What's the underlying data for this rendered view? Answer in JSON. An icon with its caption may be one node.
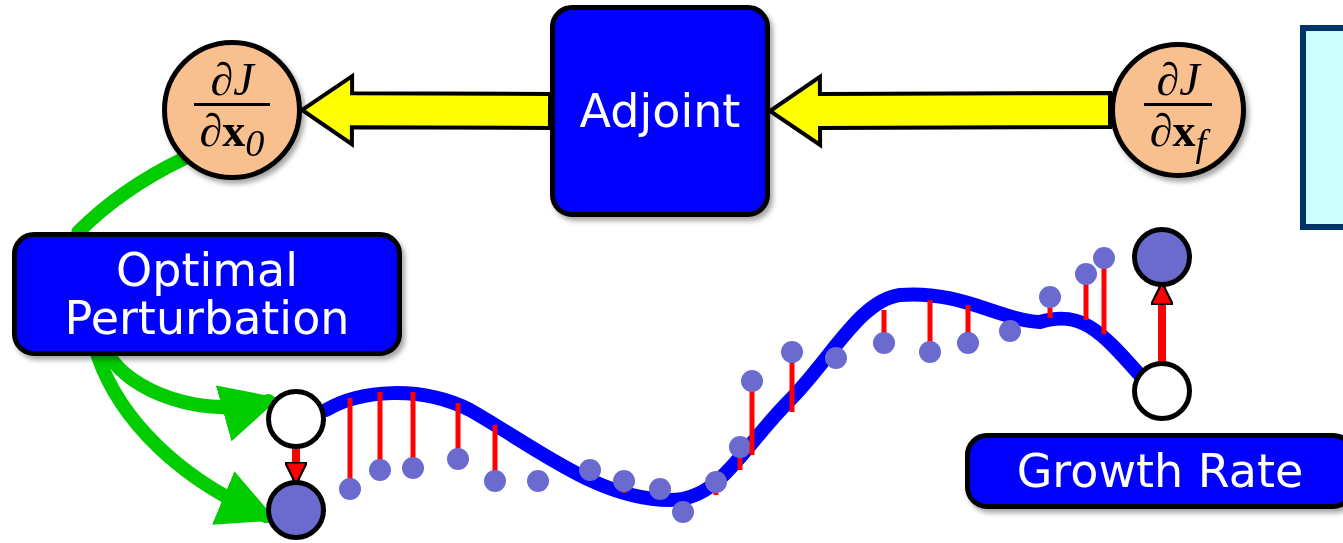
{
  "diagram": {
    "nodes": [
      {
        "text": [
          "∂J",
          "∂**x**$_{0}$"
        ]
      },
      {
        "text": [
          "Adjoint"
        ]
      },
      {
        "text": [
          "∂J",
          "∂**x**$_{f}$"
        ]
      },
      {
        "text": [],
        "shape": "box"
      },
      {
        "text": [
          "Optimal Perturbation"
        ]
      },
      {
        "text": [],
        "shape": "circle"
      },
      {
        "text": [],
        "shape": "circle"
      },
      {
        "text": [],
        "shape": "circle"
      },
      {
        "text": [],
        "shape": "circle"
      },
      {
        "text": [
          "Growth Rate"
        ]
      }
    ],
    "edges": [
      {
        "from": 1,
        "to": 0,
        "arrow": "to",
        "style": "thick",
        "color": "#ffff00"
      },
      {
        "from": 2,
        "to": 1,
        "arrow": "to",
        "style": "thick",
        "color": "#ffff00"
      },
      {
        "from": 0,
        "to": 4,
        "arrow": "none",
        "color": "#00cc00"
      },
      {
        "from": 4,
        "to": 5,
        "arrow": "to",
        "color": "#00cc00"
      },
      {
        "from": 4,
        "to": 6,
        "arrow": "to",
        "color": "#00cc00"
      },
      {
        "from": 5,
        "to": 6,
        "arrow": "to",
        "color": "#ff0000"
      },
      {
        "from": 7,
        "to": 8,
        "arrow": "to",
        "color": "#ff0000"
      },
      {
        "from": 5,
        "to": 7,
        "arrow": "none",
        "color": "#0000ff"
      }
    ]
  }
}
